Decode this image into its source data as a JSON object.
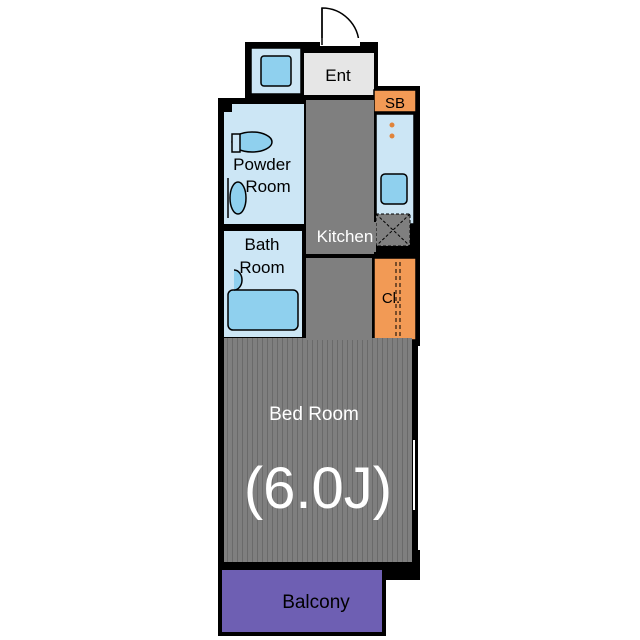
{
  "rooms": {
    "entrance": "Ent",
    "shoe_box": "SB",
    "powder_room": [
      "Powder",
      "Room"
    ],
    "kitchen": "Kitchen",
    "bath_room": [
      "Bath",
      "Room"
    ],
    "closet": "Cl.",
    "bed_room": "Bed Room",
    "bed_room_size": "(6.0J)",
    "balcony": "Balcony"
  },
  "colors": {
    "wall": "#000000",
    "floor_gray": "#7f7f7f",
    "wet_area": "#cce6f5",
    "fixture": "#8fd0ee",
    "storage": "#f29a55",
    "balcony": "#6e5fb3",
    "entrance": "#e6e6e6"
  }
}
